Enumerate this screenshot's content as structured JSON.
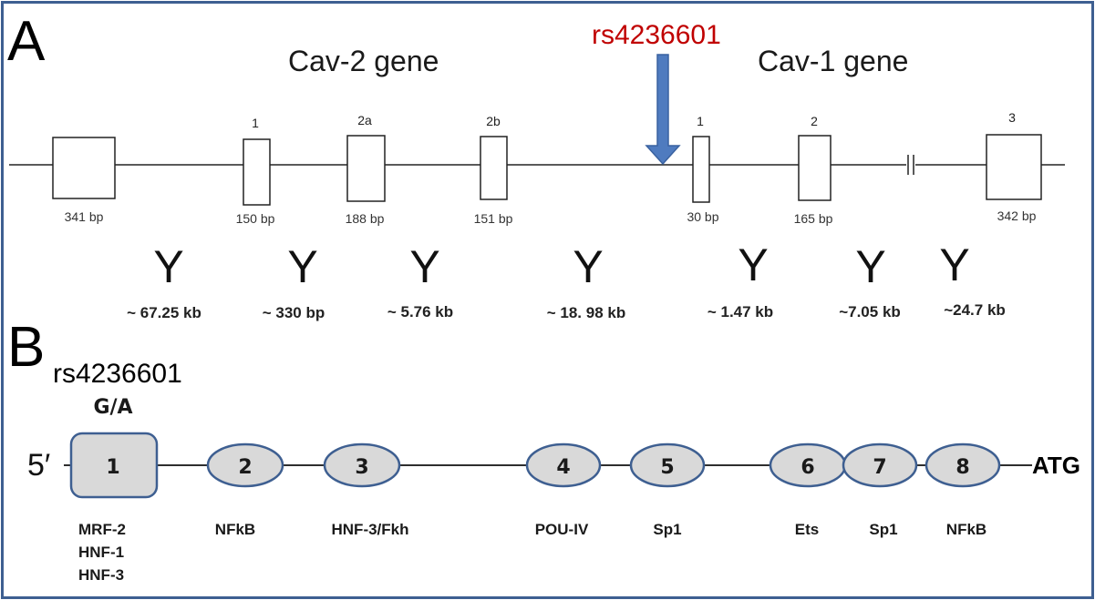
{
  "colors": {
    "frame_border": "#3e5f91",
    "arrow_fill": "#4f7bbf",
    "arrow_stroke": "#3a62a0",
    "snp_label": "#c00000",
    "node_fill": "#d9d9d9",
    "node_stroke": "#3e5f91"
  },
  "panel_a": {
    "letter": "A",
    "snp_label": "rs4236601",
    "cav2_title": "Cav-2 gene",
    "cav1_title": "Cav-1 gene",
    "exons": [
      {
        "id": "cav2-exon-upstream",
        "number": "",
        "size": "341 bp"
      },
      {
        "id": "cav2-exon-1",
        "number": "1",
        "size": "150 bp"
      },
      {
        "id": "cav2-exon-2a",
        "number": "2a",
        "size": "188 bp"
      },
      {
        "id": "cav2-exon-2b",
        "number": "2b",
        "size": "151 bp"
      },
      {
        "id": "cav1-exon-1",
        "number": "1",
        "size": "30 bp"
      },
      {
        "id": "cav1-exon-2",
        "number": "2",
        "size": "165 bp"
      },
      {
        "id": "cav1-exon-3",
        "number": "3",
        "size": "342 bp"
      }
    ],
    "intron_glyph": "Y",
    "introns": [
      "~ 67.25 kb",
      "~ 330 bp",
      "~ 5.76 kb",
      "~ 18. 98 kb",
      "~ 1.47 kb",
      "~7.05 kb",
      "~24.7 kb"
    ],
    "break_marker": "||"
  },
  "panel_b": {
    "letter": "B",
    "snp_label": "rs4236601",
    "allele": "G/A",
    "five_prime": "5′",
    "end_label": "ATG",
    "nodes": [
      {
        "number": "1",
        "shape": "rounded-box",
        "factors": [
          "MRF-2",
          "HNF-1",
          "HNF-3"
        ]
      },
      {
        "number": "2",
        "shape": "ellipse",
        "factors": [
          "NFkB"
        ]
      },
      {
        "number": "3",
        "shape": "ellipse",
        "factors": [
          "HNF-3/Fkh"
        ]
      },
      {
        "number": "4",
        "shape": "ellipse",
        "factors": [
          "POU-IV"
        ]
      },
      {
        "number": "5",
        "shape": "ellipse",
        "factors": [
          "Sp1"
        ]
      },
      {
        "number": "6",
        "shape": "ellipse",
        "factors": [
          "Ets"
        ]
      },
      {
        "number": "7",
        "shape": "ellipse",
        "factors": [
          "Sp1"
        ]
      },
      {
        "number": "8",
        "shape": "ellipse",
        "factors": [
          "NFkB"
        ]
      }
    ]
  }
}
